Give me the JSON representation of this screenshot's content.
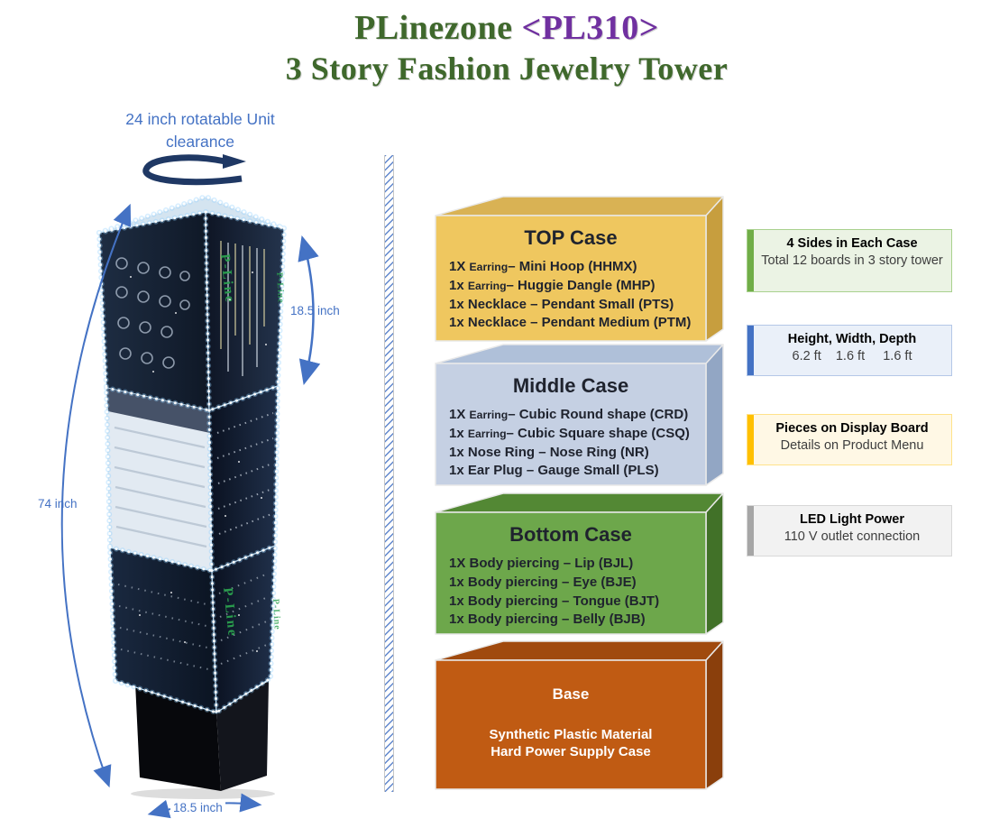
{
  "title": {
    "brand": "PLinezone",
    "model": "<PL310>",
    "subtitle": "3 Story Fashion Jewelry Tower",
    "brand_color": "#3F682C",
    "model_color": "#7030A0"
  },
  "annotations": {
    "clearance": "24 inch rotatable Unit clearance",
    "case_height": "18.5 inch",
    "tower_height": "74 inch",
    "base_width": "18.5 inch",
    "arrow_color": "#4472C4",
    "rotation_arrow_color": "#1F3864"
  },
  "tower": {
    "logo": "P-Line"
  },
  "cases": [
    {
      "name": "TOP Case",
      "colors": {
        "front": "#EFC75F",
        "top": "#D9B254",
        "side": "#C79E3E"
      },
      "items": [
        {
          "qty": "1X",
          "cat": "Earring",
          "desc": "– Mini Hoop (HHMX)"
        },
        {
          "qty": "1x",
          "cat": "Earring",
          "desc": "– Huggie Dangle (MHP)"
        },
        {
          "qty": "1x",
          "cat": "",
          "desc": "Necklace – Pendant Small (PTS)"
        },
        {
          "qty": "1x",
          "cat": "",
          "desc": "Necklace – Pendant Medium (PTM)"
        }
      ]
    },
    {
      "name": "Middle Case",
      "colors": {
        "front": "#C5D0E3",
        "top": "#AFC0D9",
        "side": "#92A6C4"
      },
      "items": [
        {
          "qty": "1X",
          "cat": "Earring",
          "desc": "– Cubic Round shape (CRD)"
        },
        {
          "qty": "1x",
          "cat": "Earring",
          "desc": "– Cubic Square shape (CSQ)"
        },
        {
          "qty": "1x",
          "cat": "",
          "desc": "Nose Ring – Nose Ring (NR)"
        },
        {
          "qty": "1x",
          "cat": "",
          "desc": "Ear Plug – Gauge Small (PLS)"
        }
      ]
    },
    {
      "name": "Bottom Case",
      "colors": {
        "front": "#6DA74B",
        "top": "#538834",
        "side": "#417128"
      },
      "items": [
        {
          "qty": "1X",
          "cat": "",
          "desc": "Body piercing – Lip (BJL)"
        },
        {
          "qty": "1x",
          "cat": "",
          "desc": "Body piercing – Eye (BJE)"
        },
        {
          "qty": "1x",
          "cat": "",
          "desc": "Body piercing – Tongue (BJT)"
        },
        {
          "qty": "1x",
          "cat": "",
          "desc": "Body piercing – Belly (BJB)"
        }
      ]
    }
  ],
  "base_box": {
    "name": "Base",
    "line1": "Synthetic Plastic Material",
    "line2": "Hard Power Supply Case",
    "colors": {
      "front": "#C05B13",
      "top": "#A04A0E",
      "side": "#8A3F0C"
    }
  },
  "info_cards": [
    {
      "title": "4 Sides in Each Case",
      "body": "Total 12 boards in 3 story tower",
      "accent": "#70AD47",
      "bg": "#EBF3E4",
      "border": "#A9D18E"
    },
    {
      "title": "Height, Width, Depth",
      "body": "6.2 ft    1.6 ft     1.6 ft",
      "accent": "#4472C4",
      "bg": "#EAF0F9",
      "border": "#B4C7E7"
    },
    {
      "title": "Pieces on Display Board",
      "body": "Details on Product Menu",
      "accent": "#FFC000",
      "bg": "#FFF8E5",
      "border": "#FFE28A"
    },
    {
      "title": "LED Light Power",
      "body": "110 V outlet connection",
      "accent": "#A6A6A6",
      "bg": "#F2F2F2",
      "border": "#D8D8D8"
    }
  ]
}
